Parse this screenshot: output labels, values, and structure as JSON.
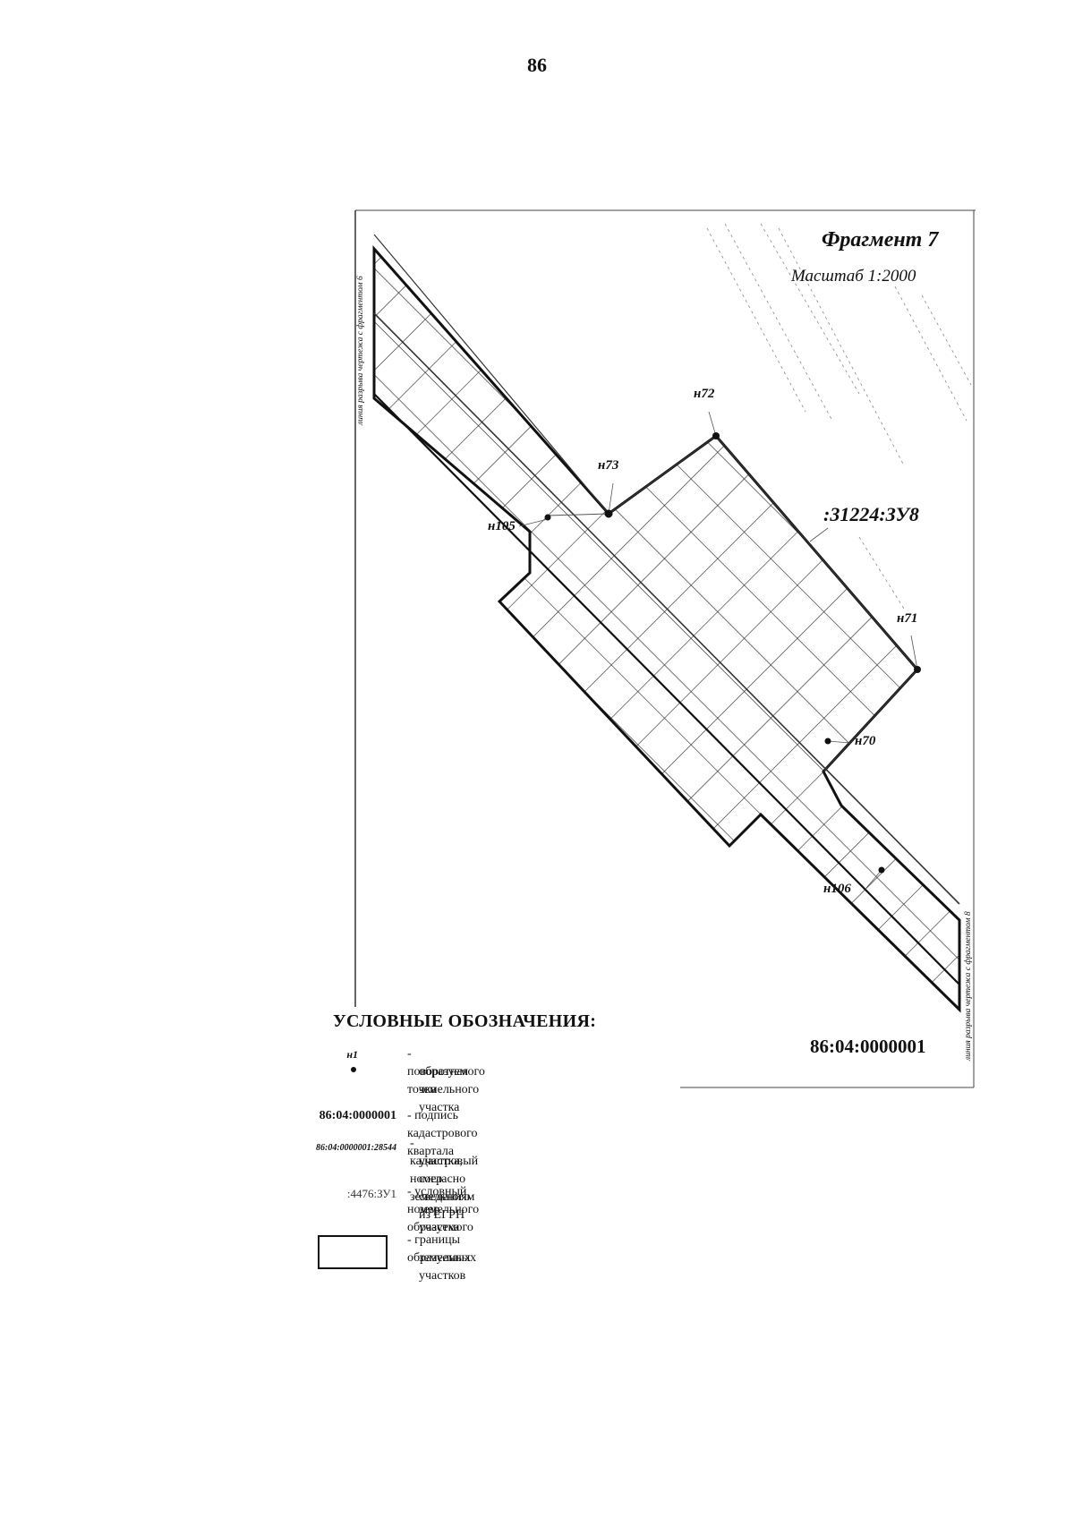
{
  "page_number": "86",
  "map": {
    "fragment_title": "Фрагмент 7",
    "scale": "Масштаб 1:2000",
    "parcel_label": ":31224:ЗУ8",
    "quarter_label": "86:04:0000001",
    "side_note_left": "линия разрыва чертежа с фрагментом 6",
    "side_note_right": "линия разрыва чертежа с фрагментом 8",
    "points": [
      {
        "id": "н72",
        "label": "н72"
      },
      {
        "id": "н73",
        "label": "н73"
      },
      {
        "id": "н105",
        "label": "н105"
      },
      {
        "id": "н71",
        "label": "н71"
      },
      {
        "id": "н70",
        "label": "н70"
      },
      {
        "id": "н106",
        "label": "н106"
      }
    ]
  },
  "legend": {
    "title": "УСЛОВНЫЕ ОБОЗНАЧЕНИЯ:",
    "items": [
      {
        "symbol": "н1",
        "text_line1": "- поворотная точка",
        "text_line2": "образуемого земельного участка"
      },
      {
        "symbol": "86:04:0000001",
        "text_line1": "- подпись кадастрового квартала",
        "text_line2": ""
      },
      {
        "symbol": "86:04:0000001:28544",
        "text_line1": "- кадастровый номер земельного",
        "text_line2": "участка, согласно сведениям из ЕГРН"
      },
      {
        "symbol": ":4476:ЗУ1",
        "text_line1": "- условный номер образуемого",
        "text_line2": "земельного участка"
      },
      {
        "symbol": "",
        "text_line1": "- границы образуемых",
        "text_line2": "земельных участков"
      }
    ]
  }
}
